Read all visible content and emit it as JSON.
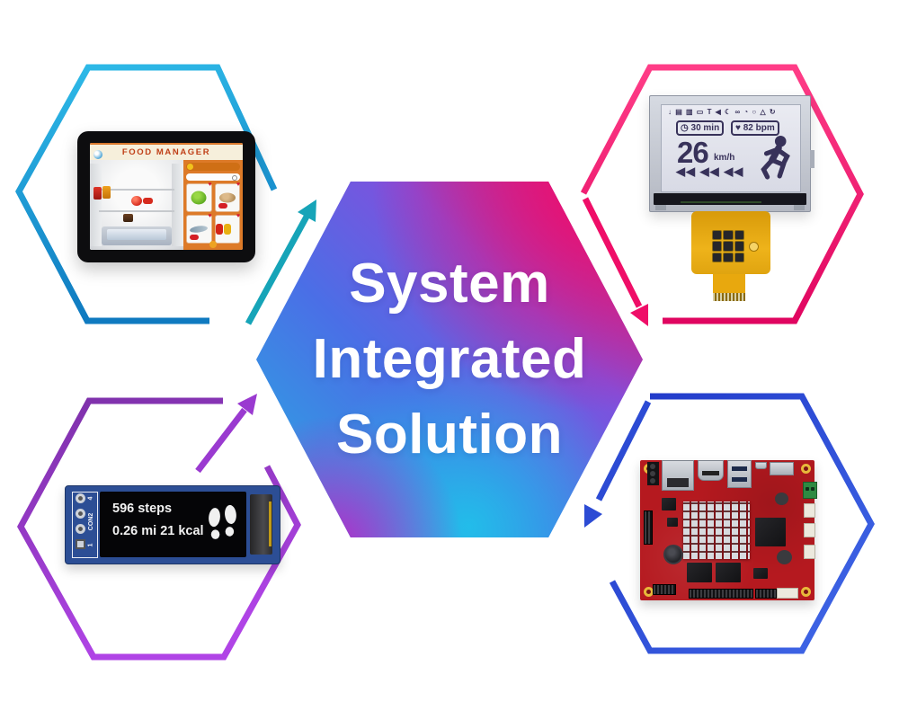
{
  "canvas": {
    "bg": "#ffffff"
  },
  "center_hexagon": {
    "lines": [
      "System",
      "Integrated",
      "Solution"
    ],
    "colors": {
      "pink": "#ec0e6f",
      "violet": "#8050dd",
      "blue": "#4a6fe6",
      "cyan": "#2f9fe2",
      "magenta": "#b42cc8",
      "text": "#ffffff"
    }
  },
  "hexagons": {
    "top_left": {
      "color_top": "#2fbce9",
      "color_bottom": "#0f7ac0",
      "arrow_color": "#16a4b8"
    },
    "top_right": {
      "color_top": "#ff3d87",
      "color_bottom": "#e00560",
      "arrow_color": "#ef0e68"
    },
    "bottom_left": {
      "color_top": "#7c30a8",
      "color_bottom": "#b044e6",
      "arrow_color": "#9a3ad0"
    },
    "bottom_right": {
      "color_top": "#2038c8",
      "color_bottom": "#4169e8",
      "arrow_color": "#2c4bd4"
    }
  },
  "food_manager": {
    "title": "FOOD MANAGER",
    "panel_color": "#dd7a28",
    "header_bg": "#f6efdb",
    "title_color": "#c04018",
    "heart_icon": "♥"
  },
  "bike_lcd": {
    "status_icons": "↓ ▤ ▥ ▭ T ◀ ☾ ∞ ◔ ○ △ ↻",
    "timer_icon": "◷",
    "timer_value": "30 min",
    "heart_icon": "♥",
    "heart_value": "82 bpm",
    "speed_value": "26",
    "speed_unit": "km/h",
    "rewind_icons": "◀◀ ◀◀ ◀◀",
    "ink_color": "#38325a",
    "screen_bg": "#e4e5ee"
  },
  "pedometer_oled": {
    "line1": "596 steps",
    "line2": "0.26 mi 21 kcal",
    "connector_label": "CON2",
    "pin_top": "4",
    "pin_bottom": "1",
    "pcb_color": "#2c4e95"
  },
  "sbc_board": {
    "pcb_color": "#b5191f"
  }
}
